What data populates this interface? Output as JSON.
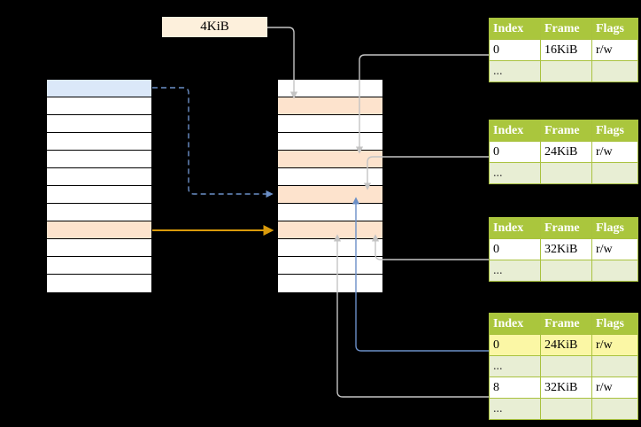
{
  "diagram": {
    "title": "multi-level-page-table-translation",
    "size_label": "4KiB",
    "colors": {
      "header_green": "#aac63d",
      "row_alt_green": "#e8eed4",
      "highlight_yellow": "#fbf7a5",
      "peach": "#fde3cd",
      "blue_fill": "#dbe8f9",
      "blue_wire": "#6b8fc7",
      "orange_wire": "#d99a0b",
      "gray_wire": "#b3b3b3",
      "background": "#000000"
    }
  },
  "left_column": {
    "name": "left-memory-column",
    "cell_count": 12,
    "cells": [
      {
        "index": 0,
        "fill": "blue"
      },
      {
        "index": 1,
        "fill": "white"
      },
      {
        "index": 2,
        "fill": "white"
      },
      {
        "index": 3,
        "fill": "white"
      },
      {
        "index": 4,
        "fill": "white"
      },
      {
        "index": 5,
        "fill": "white"
      },
      {
        "index": 6,
        "fill": "white"
      },
      {
        "index": 7,
        "fill": "white"
      },
      {
        "index": 8,
        "fill": "peach"
      },
      {
        "index": 9,
        "fill": "white"
      },
      {
        "index": 10,
        "fill": "white"
      },
      {
        "index": 11,
        "fill": "white"
      }
    ]
  },
  "mid_column": {
    "name": "middle-memory-column",
    "cell_count": 12,
    "cells": [
      {
        "index": 0,
        "fill": "white"
      },
      {
        "index": 1,
        "fill": "peach"
      },
      {
        "index": 2,
        "fill": "white"
      },
      {
        "index": 3,
        "fill": "white"
      },
      {
        "index": 4,
        "fill": "peach"
      },
      {
        "index": 5,
        "fill": "white"
      },
      {
        "index": 6,
        "fill": "peach"
      },
      {
        "index": 7,
        "fill": "white"
      },
      {
        "index": 8,
        "fill": "peach"
      },
      {
        "index": 9,
        "fill": "white"
      },
      {
        "index": 10,
        "fill": "white"
      },
      {
        "index": 11,
        "fill": "white"
      }
    ]
  },
  "tables": [
    {
      "id": "table-1",
      "headers": [
        "Index",
        "Frame",
        "Flags"
      ],
      "rows": [
        {
          "type": "data",
          "cells": [
            "0",
            "16KiB",
            "r/w"
          ],
          "highlight": [
            false,
            false,
            false
          ]
        },
        {
          "type": "ellipsis",
          "cells": [
            "...",
            "",
            ""
          ],
          "highlight": [
            false,
            false,
            false
          ]
        }
      ]
    },
    {
      "id": "table-2",
      "headers": [
        "Index",
        "Frame",
        "Flags"
      ],
      "rows": [
        {
          "type": "data",
          "cells": [
            "0",
            "24KiB",
            "r/w"
          ],
          "highlight": [
            false,
            false,
            false
          ]
        },
        {
          "type": "ellipsis",
          "cells": [
            "...",
            "",
            ""
          ],
          "highlight": [
            false,
            false,
            false
          ]
        }
      ]
    },
    {
      "id": "table-3",
      "headers": [
        "Index",
        "Frame",
        "Flags"
      ],
      "rows": [
        {
          "type": "data",
          "cells": [
            "0",
            "32KiB",
            "r/w"
          ],
          "highlight": [
            false,
            false,
            false
          ]
        },
        {
          "type": "ellipsis",
          "cells": [
            "...",
            "",
            ""
          ],
          "highlight": [
            false,
            false,
            false
          ]
        }
      ]
    },
    {
      "id": "table-4",
      "headers": [
        "Index",
        "Frame",
        "Flags"
      ],
      "rows": [
        {
          "type": "data",
          "cells": [
            "0",
            "24KiB",
            "r/w"
          ],
          "highlight": [
            true,
            true,
            true
          ]
        },
        {
          "type": "ellipsis",
          "cells": [
            "...",
            "",
            ""
          ],
          "highlight": [
            false,
            false,
            false
          ]
        },
        {
          "type": "data",
          "cells": [
            "8",
            "32KiB",
            "r/w"
          ],
          "highlight": [
            false,
            false,
            false
          ]
        },
        {
          "type": "ellipsis",
          "cells": [
            "...",
            "",
            ""
          ],
          "highlight": [
            false,
            false,
            false
          ]
        }
      ]
    }
  ]
}
